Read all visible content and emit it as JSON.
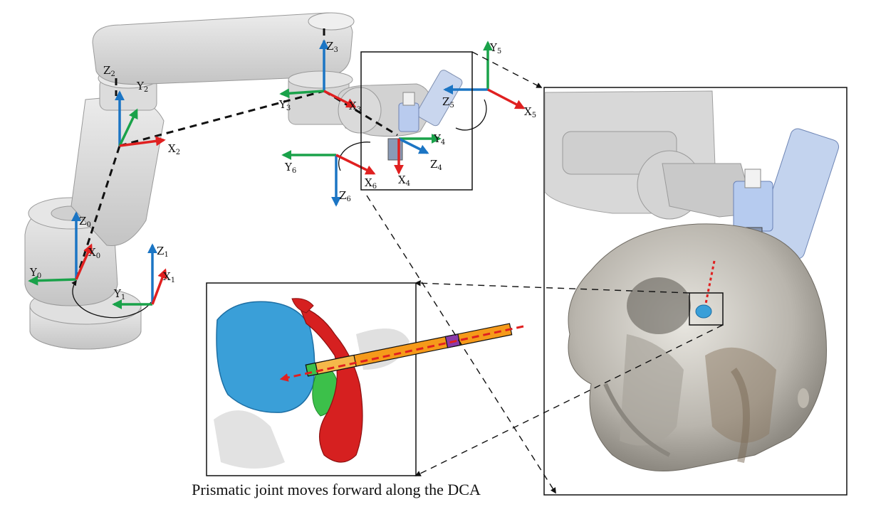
{
  "caption": "Prismatic joint moves forward along the DCA",
  "colors": {
    "x_axis": "#e02020",
    "y_axis": "#1aa24a",
    "z_axis": "#1b75c4",
    "robot_body": "#d9d9d9",
    "robot_edge": "#9a9a9a",
    "skull": "#c8c4bc",
    "tumor": "#3a9fd8",
    "vessel": "#d62020",
    "green_region": "#3cc04a",
    "probe_orange": "#f59a1a",
    "path_dashed": "#e02020"
  },
  "frames": [
    {
      "id": "frame0",
      "x": "X",
      "x_sub": "0",
      "y": "Y",
      "y_sub": "0",
      "z": "Z",
      "z_sub": "0"
    },
    {
      "id": "frame1",
      "x": "X",
      "x_sub": "1",
      "y": "Y",
      "y_sub": "1",
      "z": "Z",
      "z_sub": "1"
    },
    {
      "id": "frame2",
      "x": "X",
      "x_sub": "2",
      "y": "Y",
      "y_sub": "2",
      "z": "Z",
      "z_sub": "2"
    },
    {
      "id": "frame3",
      "x": "X",
      "x_sub": "3",
      "y": "Y",
      "y_sub": "3",
      "z": "Z",
      "z_sub": "3"
    },
    {
      "id": "frame4",
      "x": "X",
      "x_sub": "4",
      "y": "Y",
      "y_sub": "4",
      "z": "Z",
      "z_sub": "4"
    },
    {
      "id": "frame5",
      "x": "X",
      "x_sub": "5",
      "y": "Y",
      "y_sub": "5",
      "z": "Z",
      "z_sub": "5"
    },
    {
      "id": "frame6",
      "x": "X",
      "x_sub": "6",
      "y": "Y",
      "y_sub": "6",
      "z": "Z",
      "z_sub": "6"
    }
  ],
  "icons": {
    "robot": "robot-arm-illustration",
    "skull": "skull-ct-rendering",
    "anatomy": "tumor-vessel-rendering"
  }
}
